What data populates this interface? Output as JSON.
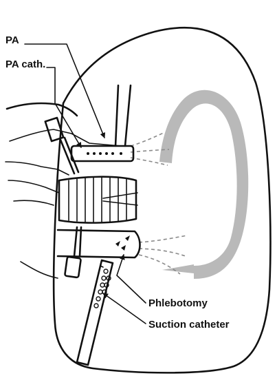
{
  "labels": {
    "pa": "PA",
    "pa_cath": "PA cath.",
    "phlebotomy": "Phlebotomy",
    "suction_catheter": "Suction catheter"
  },
  "colors": {
    "line": "#111111",
    "flow_arrow": "#b9b9b9",
    "dashed": "#8a8a8a",
    "background": "#ffffff"
  }
}
